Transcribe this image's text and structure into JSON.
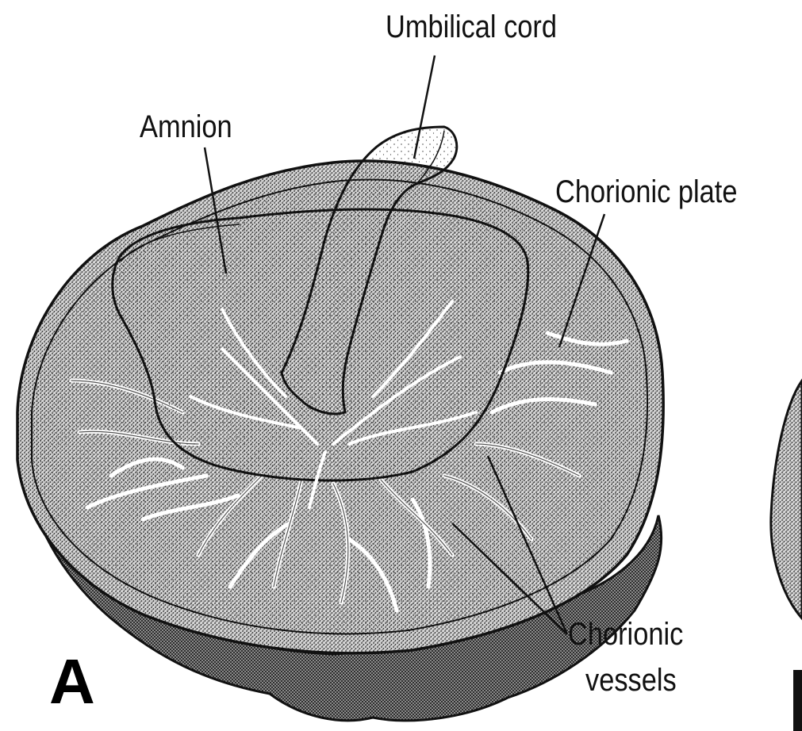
{
  "figure": {
    "panel_letter": "A",
    "labels": {
      "umbilical_cord": "Umbilical cord",
      "amnion": "Amnion",
      "chorionic_plate": "Chorionic plate",
      "chorionic_vessels_line1": "Chorionic",
      "chorionic_vessels_line2": "vessels"
    }
  },
  "colors": {
    "ink": "#111111",
    "shade": "#9a9a9a",
    "background": "#ffffff"
  }
}
